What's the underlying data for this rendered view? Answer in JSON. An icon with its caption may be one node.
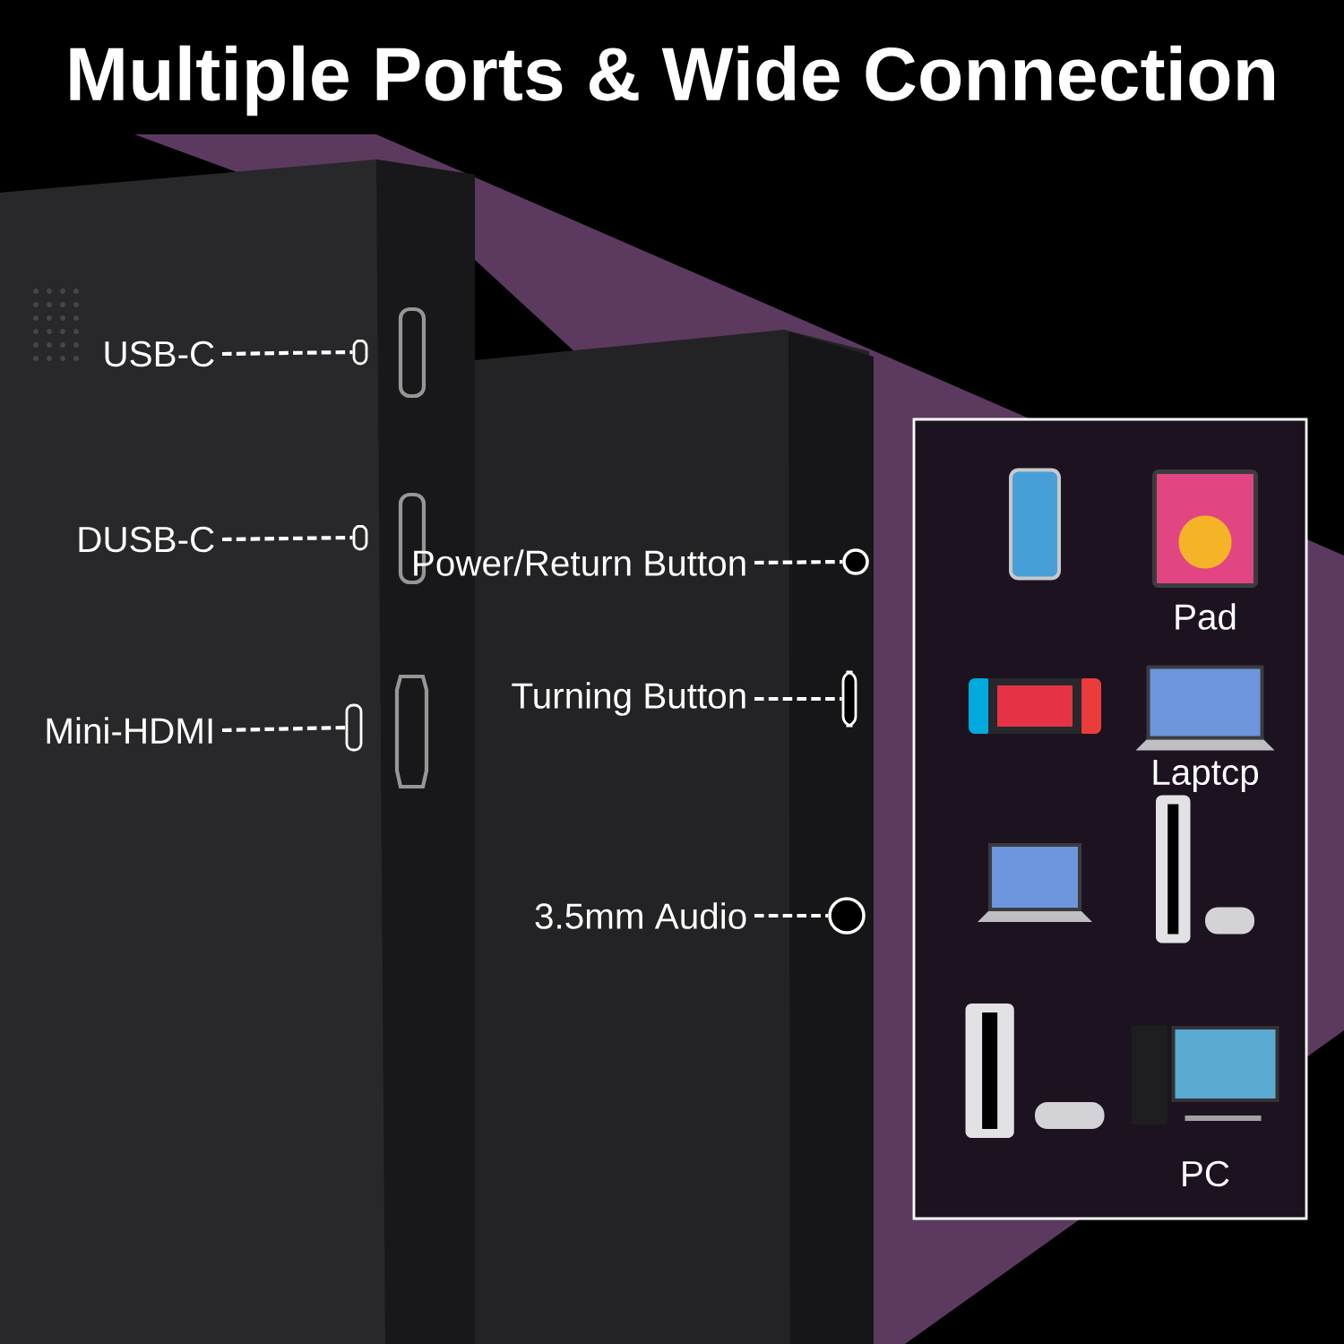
{
  "diagram": {
    "title": "Multiple Ports & Wide Connection",
    "nodes": [
      {
        "text": [
          "USB-C"
        ]
      },
      {
        "text": [],
        "shape": "box"
      },
      {
        "text": [
          "DUSB-C"
        ]
      },
      {
        "text": [],
        "shape": "box"
      },
      {
        "text": [
          "Mini-HDMI"
        ]
      },
      {
        "text": [],
        "shape": "box"
      },
      {
        "text": [
          "Power/Return Button"
        ]
      },
      {
        "text": [],
        "shape": "circle"
      },
      {
        "text": [
          "Turning Button"
        ]
      },
      {
        "text": [],
        "shape": "bar"
      },
      {
        "text": [
          "3.5mm Audio"
        ]
      },
      {
        "text": [],
        "shape": "circle"
      },
      {
        "text": [],
        "shape": "box"
      },
      {
        "text": [],
        "shape": "picture",
        "in": 12
      },
      {
        "text": [
          "Pad"
        ],
        "in": 12
      },
      {
        "text": [],
        "shape": "picture",
        "in": 12
      },
      {
        "text": [
          "Laptcp"
        ],
        "in": 12
      },
      {
        "text": [],
        "shape": "picture",
        "in": 12
      },
      {
        "text": [],
        "shape": "picture",
        "in": 12
      },
      {
        "text": [],
        "shape": "picture",
        "in": 12
      },
      {
        "text": [
          "PC"
        ],
        "in": 12
      }
    ],
    "edges": [
      {
        "from": 0,
        "to": 1,
        "arrow": "none",
        "style": "dashed"
      },
      {
        "from": 2,
        "to": 3,
        "arrow": "none",
        "style": "dashed"
      },
      {
        "from": 4,
        "to": 5,
        "arrow": "none",
        "style": "dashed"
      },
      {
        "from": 6,
        "to": 7,
        "arrow": "none",
        "style": "dashed"
      },
      {
        "from": 8,
        "to": 9,
        "arrow": "none",
        "style": "dashed"
      },
      {
        "from": 10,
        "to": 11,
        "arrow": "none",
        "style": "dashed"
      }
    ]
  }
}
